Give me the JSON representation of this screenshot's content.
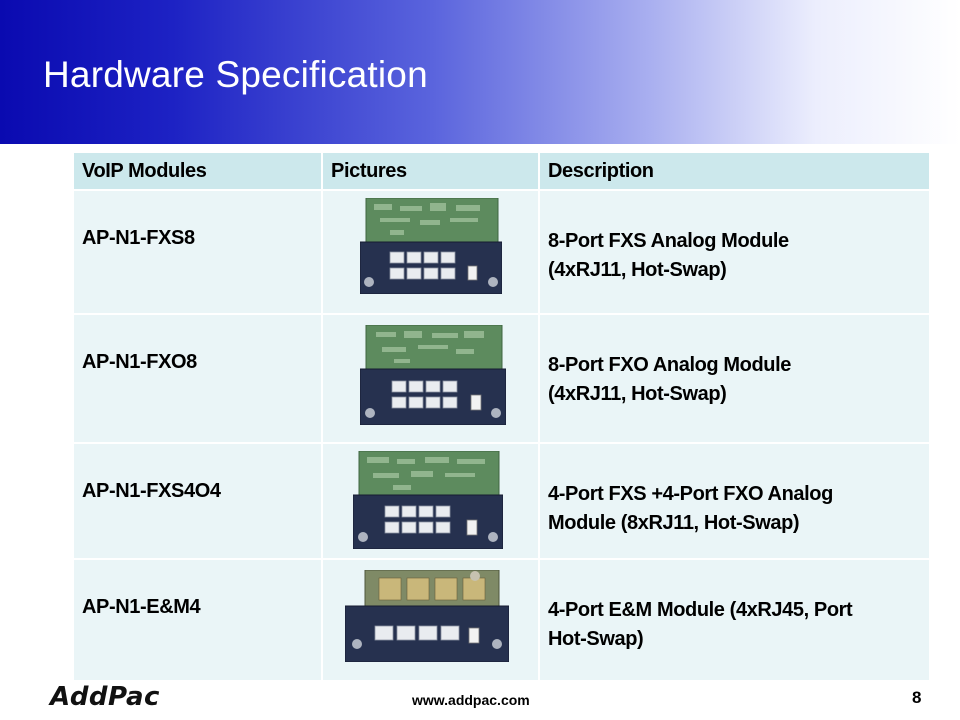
{
  "slide": {
    "title": "Hardware Specification"
  },
  "table": {
    "headers": {
      "modules": "VoIP Modules",
      "pictures": "Pictures",
      "description": "Description"
    },
    "rows": [
      {
        "model": "AP-N1-FXS8",
        "desc_line1": "8-Port FXS Analog Module",
        "desc_line2": "(4xRJ11, Hot-Swap)"
      },
      {
        "model": "AP-N1-FXO8",
        "desc_line1": "8-Port FXO Analog Module",
        "desc_line2": "(4xRJ11, Hot-Swap)"
      },
      {
        "model": "AP-N1-FXS4O4",
        "desc_line1": "4-Port FXS +4-Port FXO Analog",
        "desc_line2": "Module (8xRJ11, Hot-Swap)"
      },
      {
        "model": "AP-N1-E&M4",
        "desc_line1": "4-Port E&M Module (4xRJ45, Port",
        "desc_line2": "Hot-Swap)"
      }
    ]
  },
  "footer": {
    "logo": "AddPac",
    "url": "www.addpac.com",
    "page": "8"
  },
  "colors": {
    "header_fill": "#cce8ec",
    "row_fill": "#eaf5f7",
    "banner_start": "#0a0ab0",
    "panel_navy": "#26314f",
    "board_green": "#5d8b5e"
  },
  "icons": {
    "module_photo": "module-photo-icon"
  }
}
